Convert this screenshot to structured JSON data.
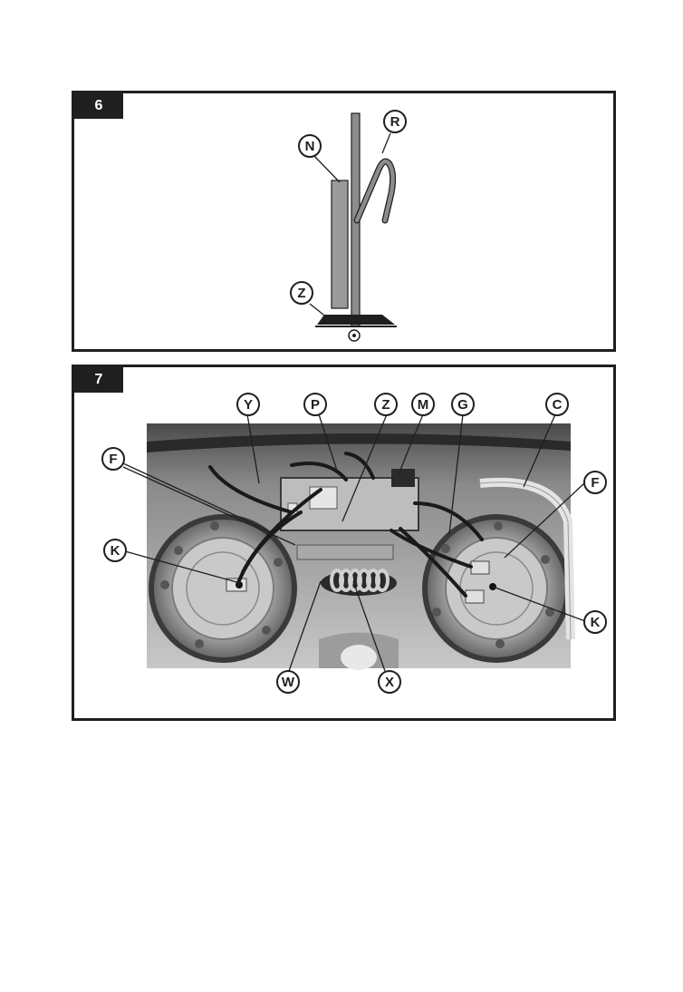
{
  "figure6": {
    "number": "6",
    "callouts": {
      "n": "N",
      "r": "R",
      "z": "Z"
    }
  },
  "figure7": {
    "number": "7",
    "callouts": {
      "y": "Y",
      "p": "P",
      "z": "Z",
      "m": "M",
      "g": "G",
      "c": "C",
      "f_left": "F",
      "f_right": "F",
      "k_left": "K",
      "k_right": "K",
      "w": "W",
      "x": "X"
    }
  },
  "colors": {
    "ink": "#1f1f1f",
    "rod": "#8c8c8c",
    "sheath": "#999999"
  }
}
